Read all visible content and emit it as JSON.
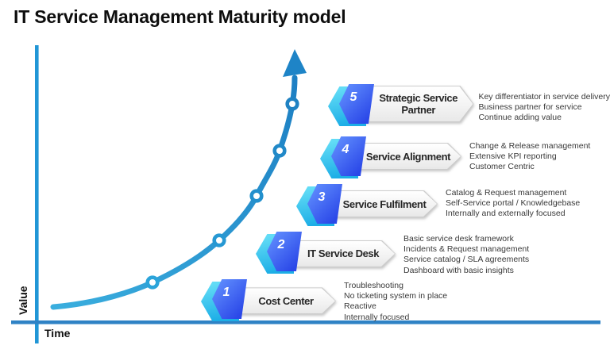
{
  "page": {
    "title": "IT Service Management Maturity model"
  },
  "axes": {
    "y_label": "Value",
    "x_label": "Time"
  },
  "curve": {
    "shape": "exponential-growth",
    "direction": "up-right",
    "marker_count": 5,
    "ends_with": "arrowhead"
  },
  "colors": {
    "axis_vertical": "#2196d6",
    "axis_horizontal": "#2f82c5",
    "curve_start": "#3aaede",
    "curve_end": "#1d7fc3",
    "badge_blue": "#3a5ef0",
    "badge_cyan": "#2fc0ec",
    "banner_fill": "#f3f3f3"
  },
  "levels": [
    {
      "number": "1",
      "title": "Cost Center",
      "description": "Troubleshooting\nNo ticketing system in place\nReactive\nInternally focused"
    },
    {
      "number": "2",
      "title": "IT Service Desk",
      "description": "Basic service desk framework\nIncidents & Request management\nService catalog / SLA agreements\nDashboard with basic insights"
    },
    {
      "number": "3",
      "title": "Service Fulfilment",
      "description": "Catalog & Request management\nSelf-Service portal / Knowledgebase\nInternally and externally focused"
    },
    {
      "number": "4",
      "title": "Service Alignment",
      "description": "Change & Release management\nExtensive KPI reporting\nCustomer Centric"
    },
    {
      "number": "5",
      "title": "Strategic Service Partner",
      "description": "Key differentiator in service delivery\nBusiness partner for service\nContinue adding value"
    }
  ]
}
